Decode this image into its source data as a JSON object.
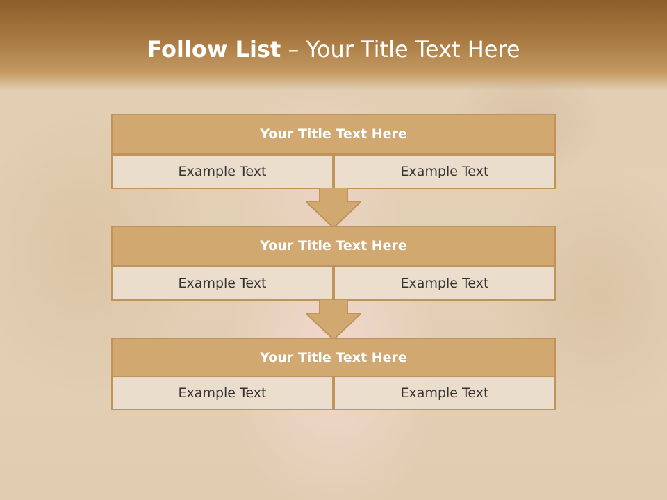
{
  "slide": {
    "title_bold": "Follow List",
    "title_rest": "– Your Title Text Here"
  },
  "blocks": [
    {
      "title": "Your Title Text Here",
      "left": "Example Text",
      "right": "Example Text"
    },
    {
      "title": "Your Title Text Here",
      "left": "Example Text",
      "right": "Example Text"
    },
    {
      "title": "Your Title Text Here",
      "left": "Example Text",
      "right": "Example Text"
    }
  ],
  "colors": {
    "header": "#a97a42",
    "block_title_fill": "#d1a870",
    "border": "#c0935c",
    "cell_fill": "#ecdece"
  }
}
